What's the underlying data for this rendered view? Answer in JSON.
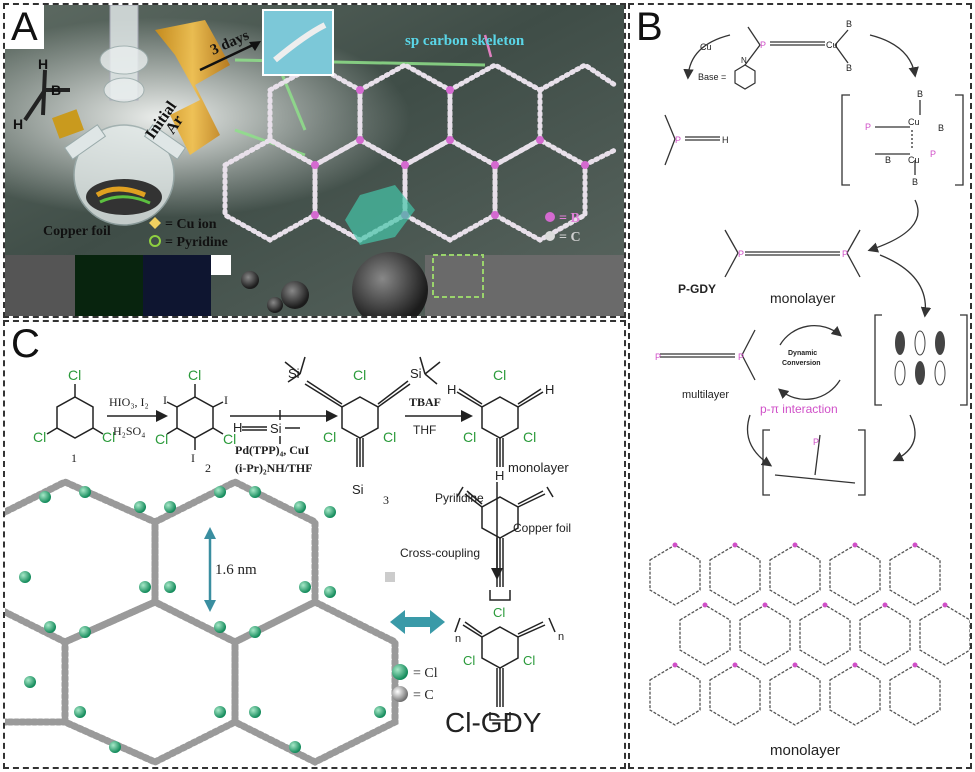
{
  "panel_a": {
    "label": "A",
    "skeleton_label": "sp carbon skeleton",
    "time_label": "3 days",
    "initial_label": "Initial",
    "ar_label": "Ar",
    "copper_foil_label": "Copper foil",
    "cu_ion_legend": "= Cu ion",
    "pyridine_legend": "= Pyridine",
    "b_legend": "= B",
    "c_legend": "= C",
    "atom_h": "H",
    "atom_b": "B"
  },
  "panel_b": {
    "label": "B",
    "cu_plus": "Cu",
    "base_label": "Base =",
    "pyridine_n": "N",
    "cu": "Cu",
    "b": "B",
    "p": "P",
    "h": "H",
    "pgdy_label": "P-GDY",
    "monolayer_top": "monolayer",
    "dynamic_label": "Dynamic",
    "conversion_label": "Conversion",
    "multilayer_label": "multilayer",
    "interaction_label": "p-π interaction",
    "monolayer_bottom": "monolayer"
  },
  "panel_c": {
    "label": "C",
    "cl": "Cl",
    "i": "I",
    "reagent1_top": "HIO₃, I₂",
    "reagent1_bottom": "H₂SO₄",
    "compound1": "1",
    "compound2": "2",
    "compound3": "3",
    "tms_si": "Si",
    "reagent2_line1": "Pd(TPP)₄, CuI",
    "reagent2_line2": "(i-Pr)₂NH/THF",
    "reagent3_top": "TBAF",
    "reagent3_bottom": "THF",
    "h": "H",
    "monolayer_label": "monolayer",
    "pyrilidine_label": "Pyrilidine",
    "copper_foil_label": "Copper foil",
    "cross_coupling_label": "Cross-coupling",
    "distance_label": "1.6 nm",
    "cl_legend": "= Cl",
    "c_legend": "= C",
    "n": "n",
    "product_label": "Cl-GDY"
  }
}
